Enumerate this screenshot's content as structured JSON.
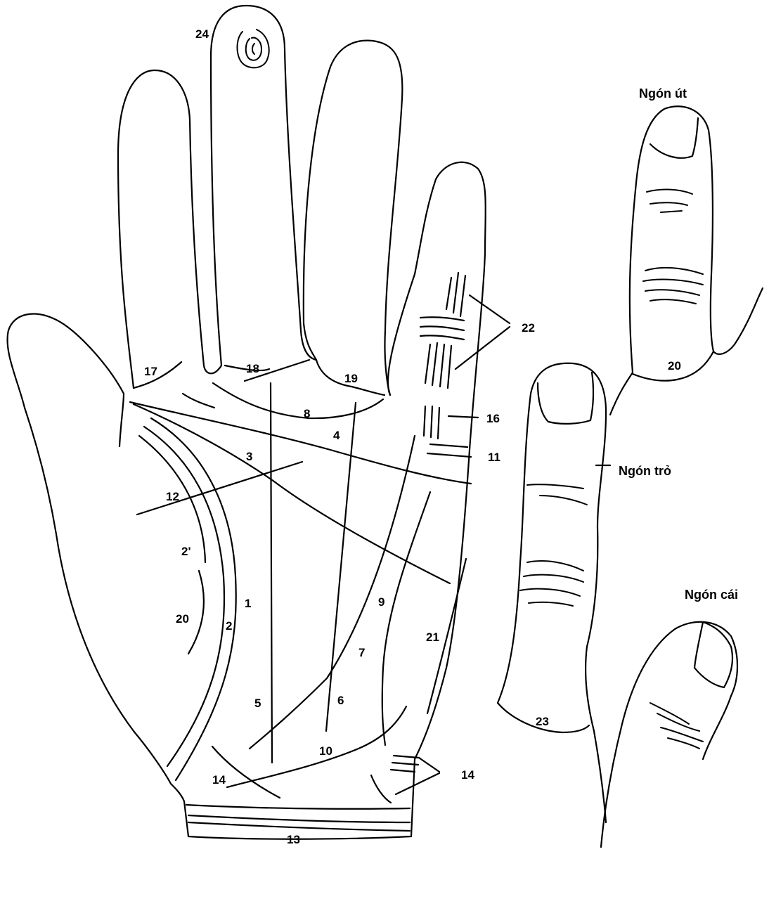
{
  "diagram": {
    "captions": {
      "little_finger": "Ngón út",
      "index_finger": "Ngón trỏ",
      "thumb": "Ngón cái"
    },
    "labels": {
      "l1": "1",
      "l2": "2",
      "l2p": "2'",
      "l3": "3",
      "l4": "4",
      "l5": "5",
      "l6": "6",
      "l7": "7",
      "l8": "8",
      "l9": "9",
      "l10": "10",
      "l11": "11",
      "l12": "12",
      "l13": "13",
      "l14a": "14",
      "l14b": "14",
      "l16": "16",
      "l17": "17",
      "l18": "18",
      "l19": "19",
      "l20a": "20",
      "l20b": "20",
      "l21": "21",
      "l22": "22",
      "l23": "23",
      "l24": "24"
    }
  }
}
